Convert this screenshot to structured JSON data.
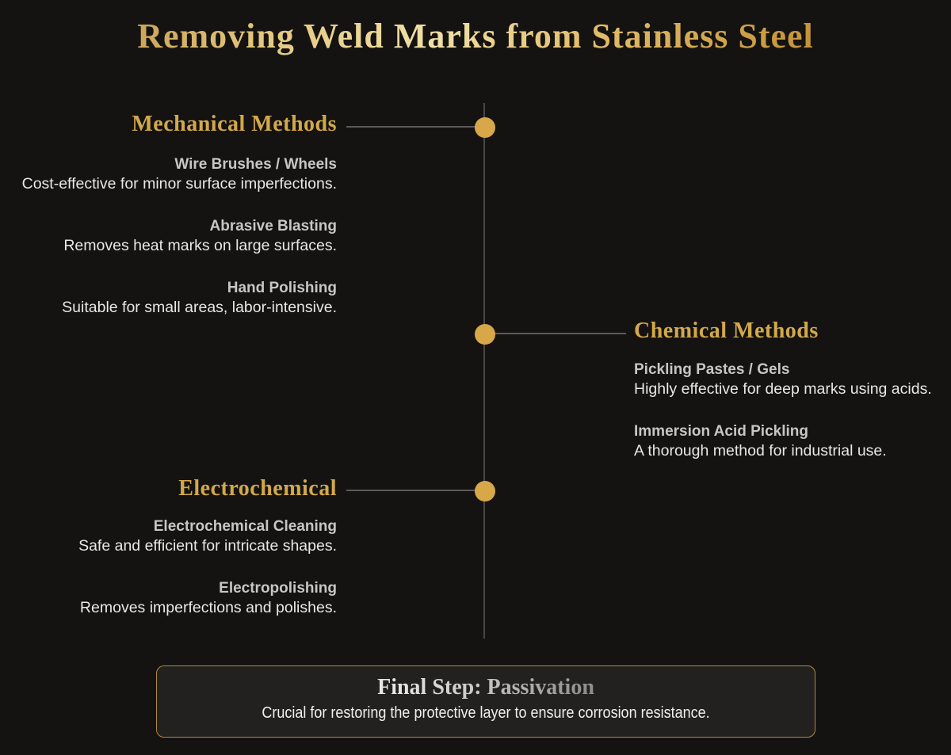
{
  "title": "Removing Weld Marks from Stainless Steel",
  "sections": [
    {
      "id": "mechanical",
      "heading": "Mechanical Methods",
      "side": "left",
      "items": [
        {
          "name": "Wire Brushes / Wheels",
          "desc": "Cost-effective for minor surface imperfections."
        },
        {
          "name": "Abrasive Blasting",
          "desc": "Removes heat marks on large surfaces."
        },
        {
          "name": "Hand Polishing",
          "desc": "Suitable for small areas, labor-intensive."
        }
      ]
    },
    {
      "id": "chemical",
      "heading": "Chemical Methods",
      "side": "right",
      "items": [
        {
          "name": "Pickling Pastes / Gels",
          "desc": "Highly effective for deep marks using acids."
        },
        {
          "name": "Immersion Acid Pickling",
          "desc": "A thorough method for industrial use."
        }
      ]
    },
    {
      "id": "electrochemical",
      "heading": "Electrochemical",
      "side": "left",
      "items": [
        {
          "name": "Electrochemical Cleaning",
          "desc": "Safe and efficient for intricate shapes."
        },
        {
          "name": "Electropolishing",
          "desc": "Removes imperfections and polishes."
        }
      ]
    }
  ],
  "final_step": {
    "title": "Final Step: Passivation",
    "desc": "Crucial for restoring the protective layer to ensure corrosion resistance."
  },
  "colors": {
    "background": "#151312",
    "gold_heading": "#d2a94a",
    "title_gradient_light": "#f0e0a8",
    "title_gradient_dark": "#b5812c",
    "timeline_dot": "#d8a74a",
    "timeline_line": "#474747",
    "connector_line": "#5a5a5a",
    "item_title": "#c6c6c6",
    "item_desc": "#e7e7e7",
    "box_border": "#ad8a3a",
    "box_background": "#232120",
    "footer_desc": "#efefef"
  }
}
